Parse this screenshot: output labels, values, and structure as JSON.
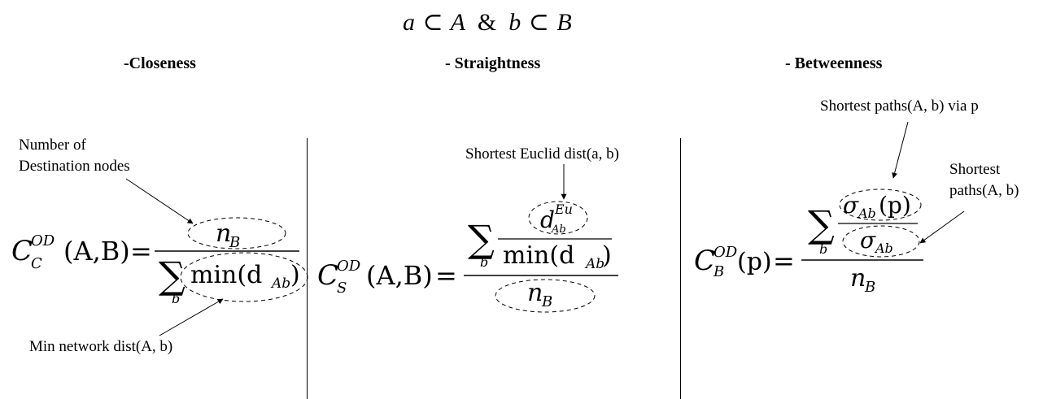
{
  "top_formula": {
    "left": "a ⊂ A",
    "amp": "&",
    "right": "b ⊂ B"
  },
  "headers": {
    "closeness": "-Closeness",
    "straightness": "- Straightness",
    "betweenness": "- Betweenness"
  },
  "notes": {
    "closeness_top_line1": "Number of",
    "closeness_top_line2": "Destination nodes",
    "closeness_bottom": "Min network dist(A, b)",
    "straightness_top": "Shortest Euclid dist(a, b)",
    "betweenness_top": "Shortest paths(A, b) via p",
    "betweenness_right_line1": "Shortest",
    "betweenness_right_line2": "paths(A, b)"
  },
  "formulas": {
    "closeness": {
      "lhs_c": "C",
      "lhs_sup": "OD",
      "lhs_sub": "C",
      "args": "(A,B)",
      "eq": "=",
      "num_n": "n",
      "num_sub": "B",
      "sum": "∑",
      "sum_sub": "b",
      "den": "min(d",
      "den_sub": "Ab",
      "den_close": ")"
    },
    "straightness": {
      "lhs_c": "C",
      "lhs_sup": "OD",
      "lhs_sub": "S",
      "args": "(A,B)",
      "eq": "=",
      "sum": "∑",
      "sum_sub": "b",
      "d": "d",
      "d_sup": "Eu",
      "d_sub": "Ab",
      "den": "min(d",
      "den_sub": "Ab",
      "den_close": ")",
      "n": "n",
      "n_sub": "B"
    },
    "betweenness": {
      "lhs_c": "C",
      "lhs_sup": "OD",
      "lhs_sub": "B",
      "args": "(p)",
      "eq": "=",
      "sum": "∑",
      "sum_sub": "b",
      "sig_num": "σ",
      "sig_num_sub": "Ab",
      "sig_num_arg": "(p)",
      "sig_den": "σ",
      "sig_den_sub": "Ab",
      "n": "n",
      "n_sub": "B"
    }
  }
}
